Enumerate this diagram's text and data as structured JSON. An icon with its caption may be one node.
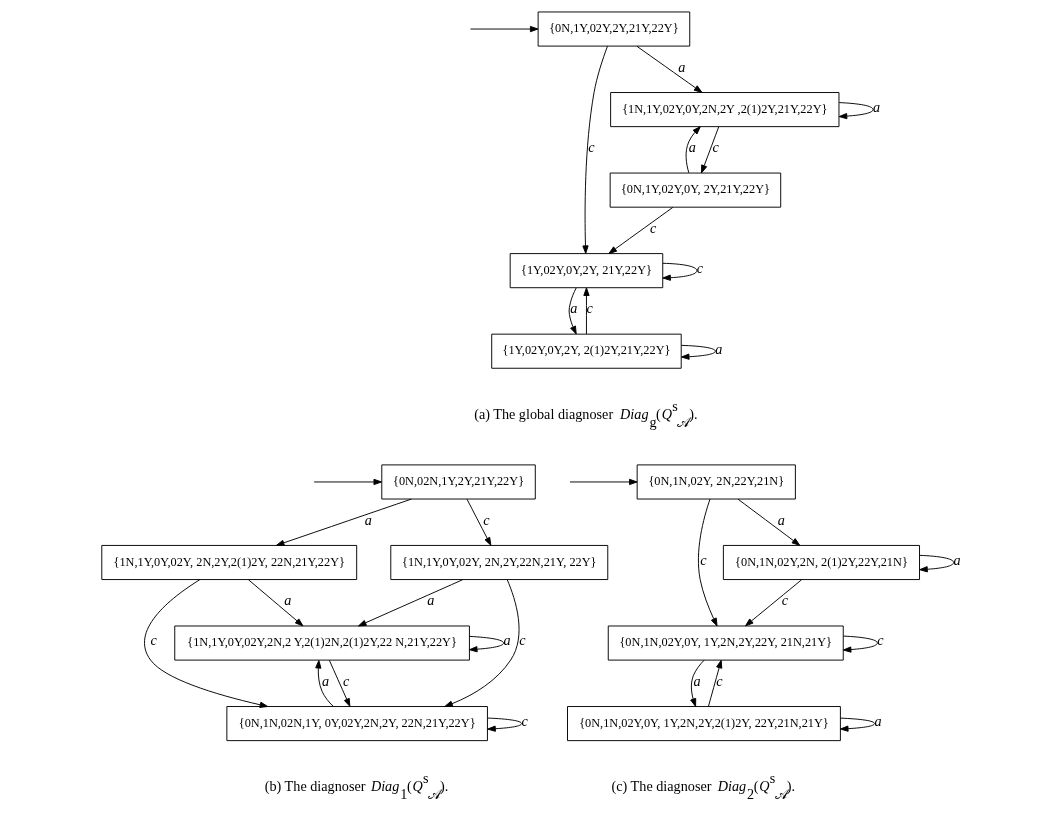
{
  "diagram": {
    "nodes": [
      {
        "text": [
          "{0N,1Y,02Y,2Y,21Y,22Y}"
        ]
      },
      {
        "text": [
          "{1N,1Y,02Y,0Y,2N,2Y ,2(1)2Y,21Y,22Y}"
        ]
      },
      {
        "text": [
          "{1Y,02Y,0Y,2Y, 21Y,22Y}"
        ]
      },
      {
        "text": [
          "{0N,1Y,02Y,0Y, 2Y,21Y,22Y}"
        ]
      },
      {
        "text": [
          "{1Y,02Y,0Y,2Y, 2(1)2Y,21Y,22Y}"
        ]
      },
      {
        "text": [
          "{0N,02N,1Y,2Y,21Y,22Y}"
        ]
      },
      {
        "text": [
          "{1N,1Y,0Y,02Y, 2N,2Y,2(1)2Y, 22N,21Y,22Y}"
        ]
      },
      {
        "text": [
          "{1N,1Y,0Y,02Y, 2N,2Y,22N,21Y, 22Y}"
        ]
      },
      {
        "text": [
          "{1N,1Y,0Y,02Y,2N,2 Y,2(1)2N,2(1)2Y,22 N,21Y,22Y}"
        ]
      },
      {
        "text": [
          "{0N,1N,02N,1Y, 0Y,02Y,2N,2Y, 22N,21Y,22Y}"
        ]
      },
      {
        "text": [
          "{0N,1N,02Y, 2N,22Y,21N}"
        ]
      },
      {
        "text": [
          "{0N,1N,02Y,2N, 2(1)2Y,22Y,21N}"
        ]
      },
      {
        "text": [
          "{0N,1N,02Y,0Y, 1Y,2N,2Y,22Y, 21N,21Y}"
        ]
      },
      {
        "text": [
          "{0N,1N,02Y,0Y, 1Y,2N,2Y,2(1)2Y, 22Y,21N,21Y}"
        ]
      }
    ],
    "edges": [
      {
        "from": null,
        "to": 0,
        "arrow": "to"
      },
      {
        "from": 0,
        "to": 1,
        "label": "a",
        "arrow": "to"
      },
      {
        "from": 0,
        "to": 2,
        "label": "c",
        "arrow": "to"
      },
      {
        "from": 1,
        "to": 1,
        "label": "a",
        "arrow": "to"
      },
      {
        "from": 3,
        "to": 1,
        "label": "a",
        "arrow": "to"
      },
      {
        "from": 1,
        "to": 3,
        "label": "c",
        "arrow": "to"
      },
      {
        "from": 3,
        "to": 2,
        "label": "c",
        "arrow": "to"
      },
      {
        "from": 2,
        "to": 2,
        "label": "c",
        "arrow": "to"
      },
      {
        "from": 4,
        "to": 2,
        "label": "c",
        "arrow": "to"
      },
      {
        "from": 2,
        "to": 4,
        "label": "a",
        "arrow": "to"
      },
      {
        "from": 4,
        "to": 4,
        "label": "a",
        "arrow": "to"
      },
      {
        "from": null,
        "to": 5,
        "arrow": "to"
      },
      {
        "from": 5,
        "to": 6,
        "label": "a",
        "arrow": "to"
      },
      {
        "from": 5,
        "to": 7,
        "label": "c",
        "arrow": "to"
      },
      {
        "from": 6,
        "to": 8,
        "label": "a",
        "arrow": "to"
      },
      {
        "from": 6,
        "to": 9,
        "label": "c",
        "arrow": "to"
      },
      {
        "from": 7,
        "to": 8,
        "label": "a",
        "arrow": "to"
      },
      {
        "from": 7,
        "to": 9,
        "label": "c",
        "arrow": "to"
      },
      {
        "from": 9,
        "to": 8,
        "label": "a",
        "arrow": "to"
      },
      {
        "from": 8,
        "to": 9,
        "label": "c",
        "arrow": "to"
      },
      {
        "from": 8,
        "to": 8,
        "label": "a",
        "arrow": "to"
      },
      {
        "from": 9,
        "to": 9,
        "label": "c",
        "arrow": "to"
      },
      {
        "from": null,
        "to": 10,
        "arrow": "to"
      },
      {
        "from": 10,
        "to": 11,
        "label": "a",
        "arrow": "to"
      },
      {
        "from": 10,
        "to": 12,
        "label": "c",
        "arrow": "to"
      },
      {
        "from": 11,
        "to": 11,
        "label": "a",
        "arrow": "to"
      },
      {
        "from": 11,
        "to": 12,
        "label": "c",
        "arrow": "to"
      },
      {
        "from": 12,
        "to": 12,
        "label": "c",
        "arrow": "to"
      },
      {
        "from": 12,
        "to": 13,
        "label": "a",
        "arrow": "to"
      },
      {
        "from": 13,
        "to": 12,
        "label": "c",
        "arrow": "to"
      },
      {
        "from": 13,
        "to": 13,
        "label": "a",
        "arrow": "to"
      }
    ],
    "labels": [
      "(a) The global diagnoser *Diag*$_{g}$(*Q*$^{s}$$_{𝒜}$).",
      "(b) The diagnoser *Diag*$_{1}$(*Q*$^{s}$$_{𝒜}$).",
      "(c) The diagnoser *Diag*$_{2}$(*Q*$^{s}$$_{𝒜}$)."
    ]
  }
}
